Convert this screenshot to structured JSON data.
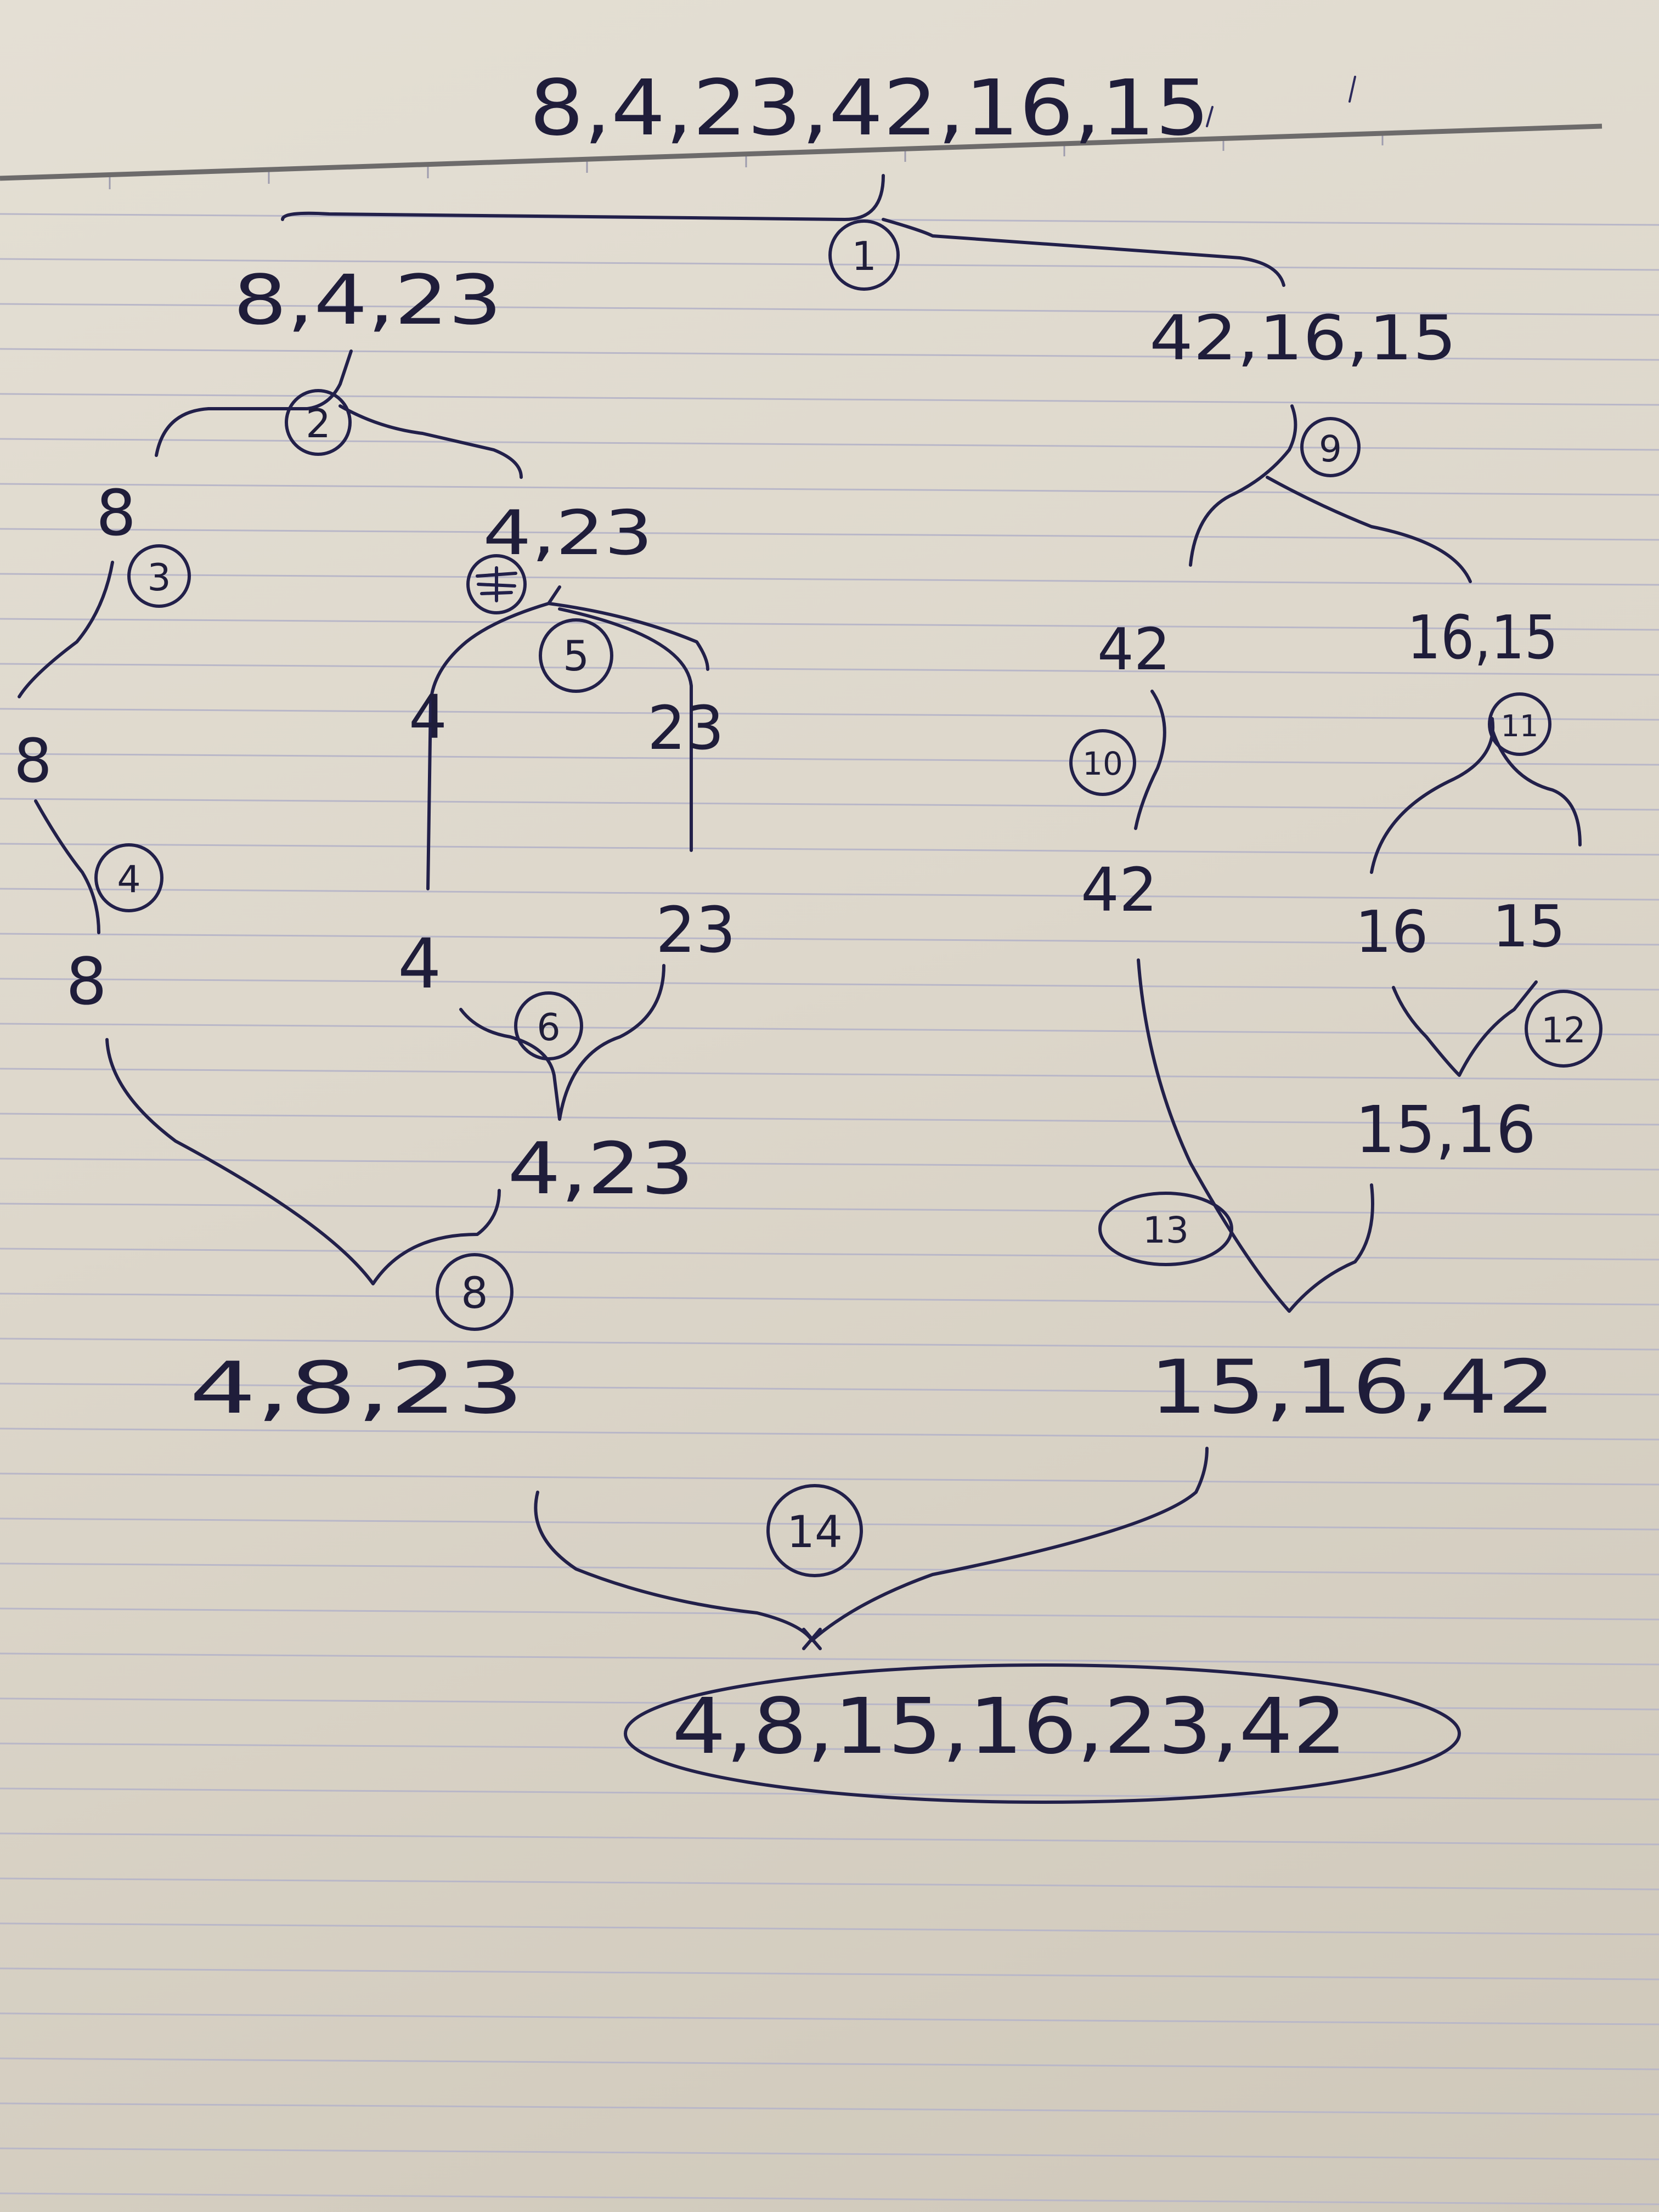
{
  "top_list": "8,4,23,42,16,15",
  "nodes": {
    "left_half": "8,4,23",
    "right_half": "42,16,15",
    "l_8": "8",
    "l_423": "4,23",
    "l_8b": "8",
    "l_8c": "8",
    "l_4": "4",
    "l_23": "23",
    "l_4b": "4",
    "l_23b": "23",
    "l_merge_423": "4,23",
    "l_merge_4823": "4,8,23",
    "r_42": "42",
    "r_1615": "16,15",
    "r_42b": "42",
    "r_16": "16",
    "r_15": "15",
    "r_merge_1516": "15,16",
    "r_merge_151642": "15,16,42",
    "final": "4,8,15,16,23,42"
  },
  "steps": {
    "s1": "1",
    "s2": "2",
    "s3": "3",
    "s4": "4",
    "s5": "5",
    "s6": "6",
    "s8": "8",
    "s9": "9",
    "s10": "10",
    "s11": "11",
    "s12": "12",
    "s13": "13",
    "s14": "14"
  },
  "colors": {
    "ink": "#1f1d3a",
    "paper": "#e0dacf",
    "rule": "#b9b7c8"
  }
}
